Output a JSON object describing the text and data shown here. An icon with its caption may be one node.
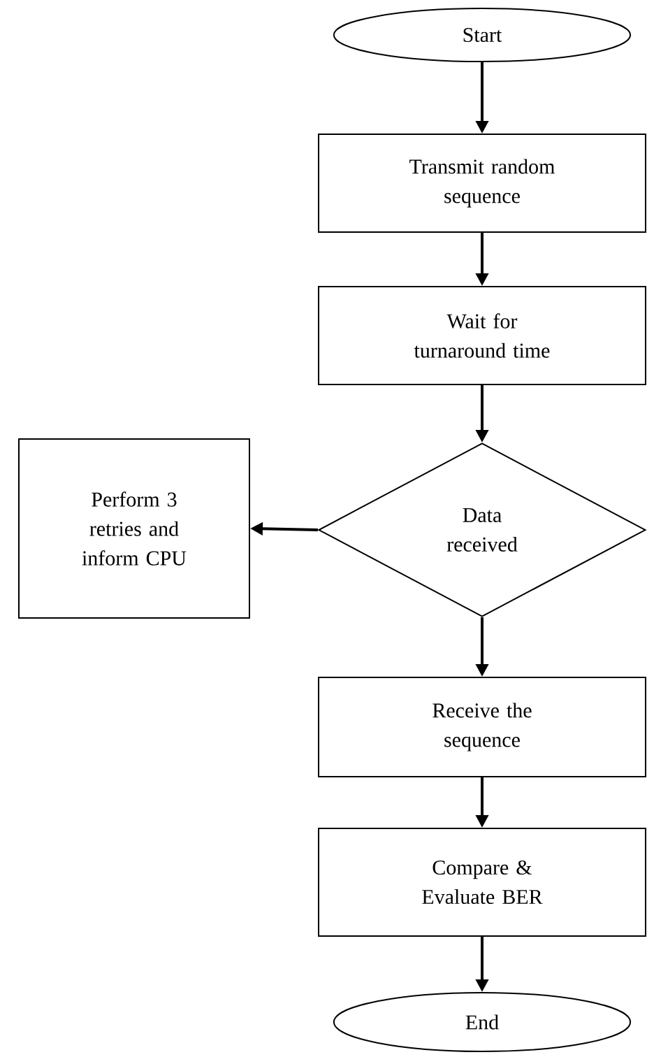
{
  "diagram": {
    "nodes": [
      {
        "text": [
          "Start"
        ]
      },
      {
        "text": [
          "Transmit random sequence"
        ]
      },
      {
        "text": [
          "Wait for turnaround time"
        ]
      },
      {
        "text": [
          "Data received"
        ]
      },
      {
        "text": [
          "Perform 3 retries and inform CPU"
        ]
      },
      {
        "text": [
          "Receive the sequence"
        ]
      },
      {
        "text": [
          "Compare & Evaluate BER"
        ]
      },
      {
        "text": [
          "End"
        ]
      }
    ],
    "edges": [
      {
        "from": 0,
        "to": 1,
        "arrow": "to"
      },
      {
        "from": 1,
        "to": 2,
        "arrow": "to"
      },
      {
        "from": 2,
        "to": 3,
        "arrow": "to"
      },
      {
        "from": 3,
        "to": 4,
        "arrow": "to"
      },
      {
        "from": 3,
        "to": 5,
        "arrow": "to"
      },
      {
        "from": 5,
        "to": 6,
        "arrow": "to"
      },
      {
        "from": 6,
        "to": 7,
        "arrow": "to"
      }
    ]
  }
}
